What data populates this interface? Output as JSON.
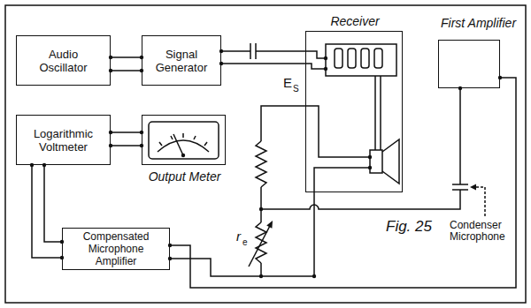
{
  "diagram": {
    "nodes": [
      {
        "text": [
          "Audio Oscillator"
        ]
      },
      {
        "text": [
          "Signal Generator"
        ]
      },
      {
        "text": [
          "Receiver"
        ]
      },
      {
        "text": [
          "First Amplifier"
        ]
      },
      {
        "text": [
          "Logarithmic Voltmeter"
        ]
      },
      {
        "text": [
          "Output Meter"
        ]
      },
      {
        "text": [
          "Compensated Microphone Amplifier"
        ]
      }
    ],
    "edges": [
      {
        "from": 0,
        "to": 1,
        "arrow": "none"
      },
      {
        "from": 1,
        "to": 2,
        "arrow": "none"
      },
      {
        "from": 4,
        "to": 5,
        "arrow": "none"
      },
      {
        "from": 4,
        "to": 6,
        "arrow": "none"
      },
      {
        "from": 6,
        "to": 3,
        "arrow": "none"
      }
    ],
    "labels": [
      "E",
      "S",
      "r",
      "e",
      "Condenser Microphone",
      "Fig. 25"
    ]
  }
}
